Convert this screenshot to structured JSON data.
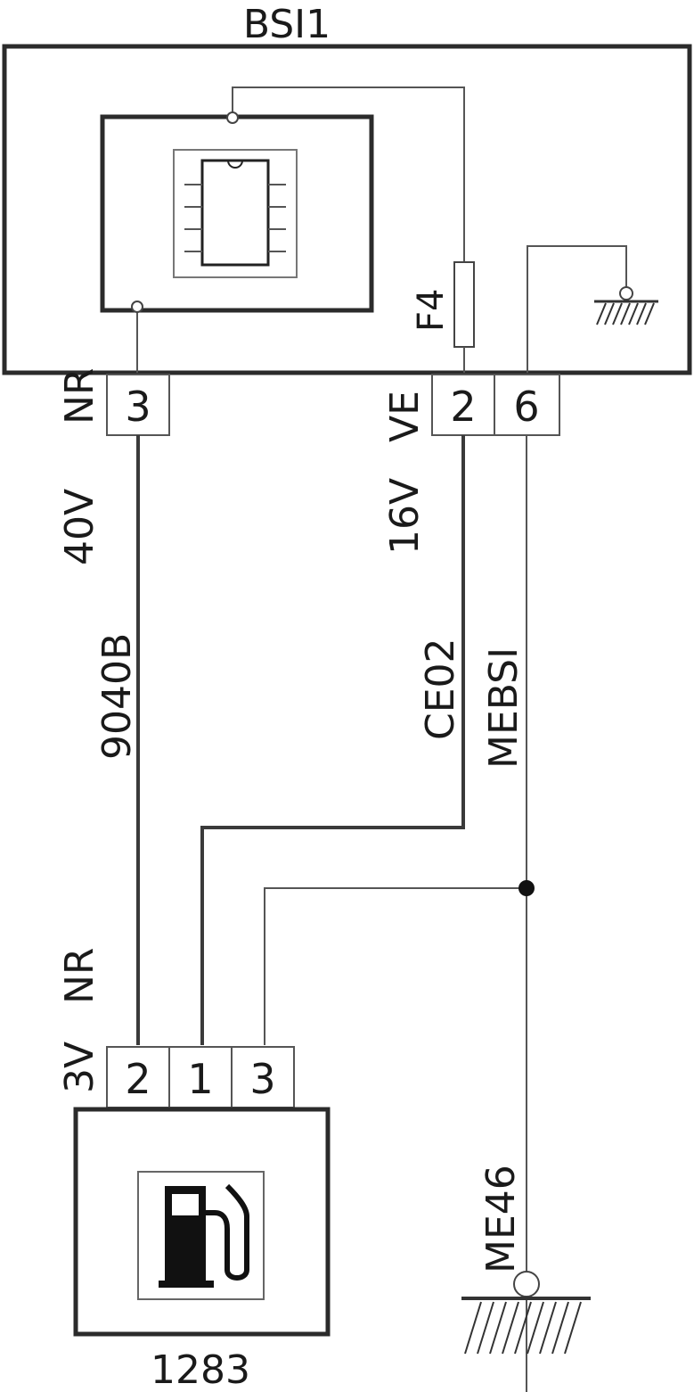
{
  "module_top": {
    "name": "BSI1"
  },
  "fuse": {
    "name": "F4"
  },
  "connector_top_left": {
    "pin": "3",
    "voies": "40V",
    "color": "NR"
  },
  "connector_top_right": {
    "pins": [
      "2",
      "6"
    ],
    "voies": "16V",
    "color": "VE"
  },
  "wires": {
    "w1": "9040B",
    "w2": "CE02",
    "w3": "MEBSI"
  },
  "connector_bottom": {
    "pins": [
      "2",
      "1",
      "3"
    ],
    "voies": "3V",
    "color": "NR"
  },
  "ground": {
    "name": "ME46"
  },
  "component_bottom": {
    "name": "1283",
    "icon": "fuel-pump-icon"
  }
}
